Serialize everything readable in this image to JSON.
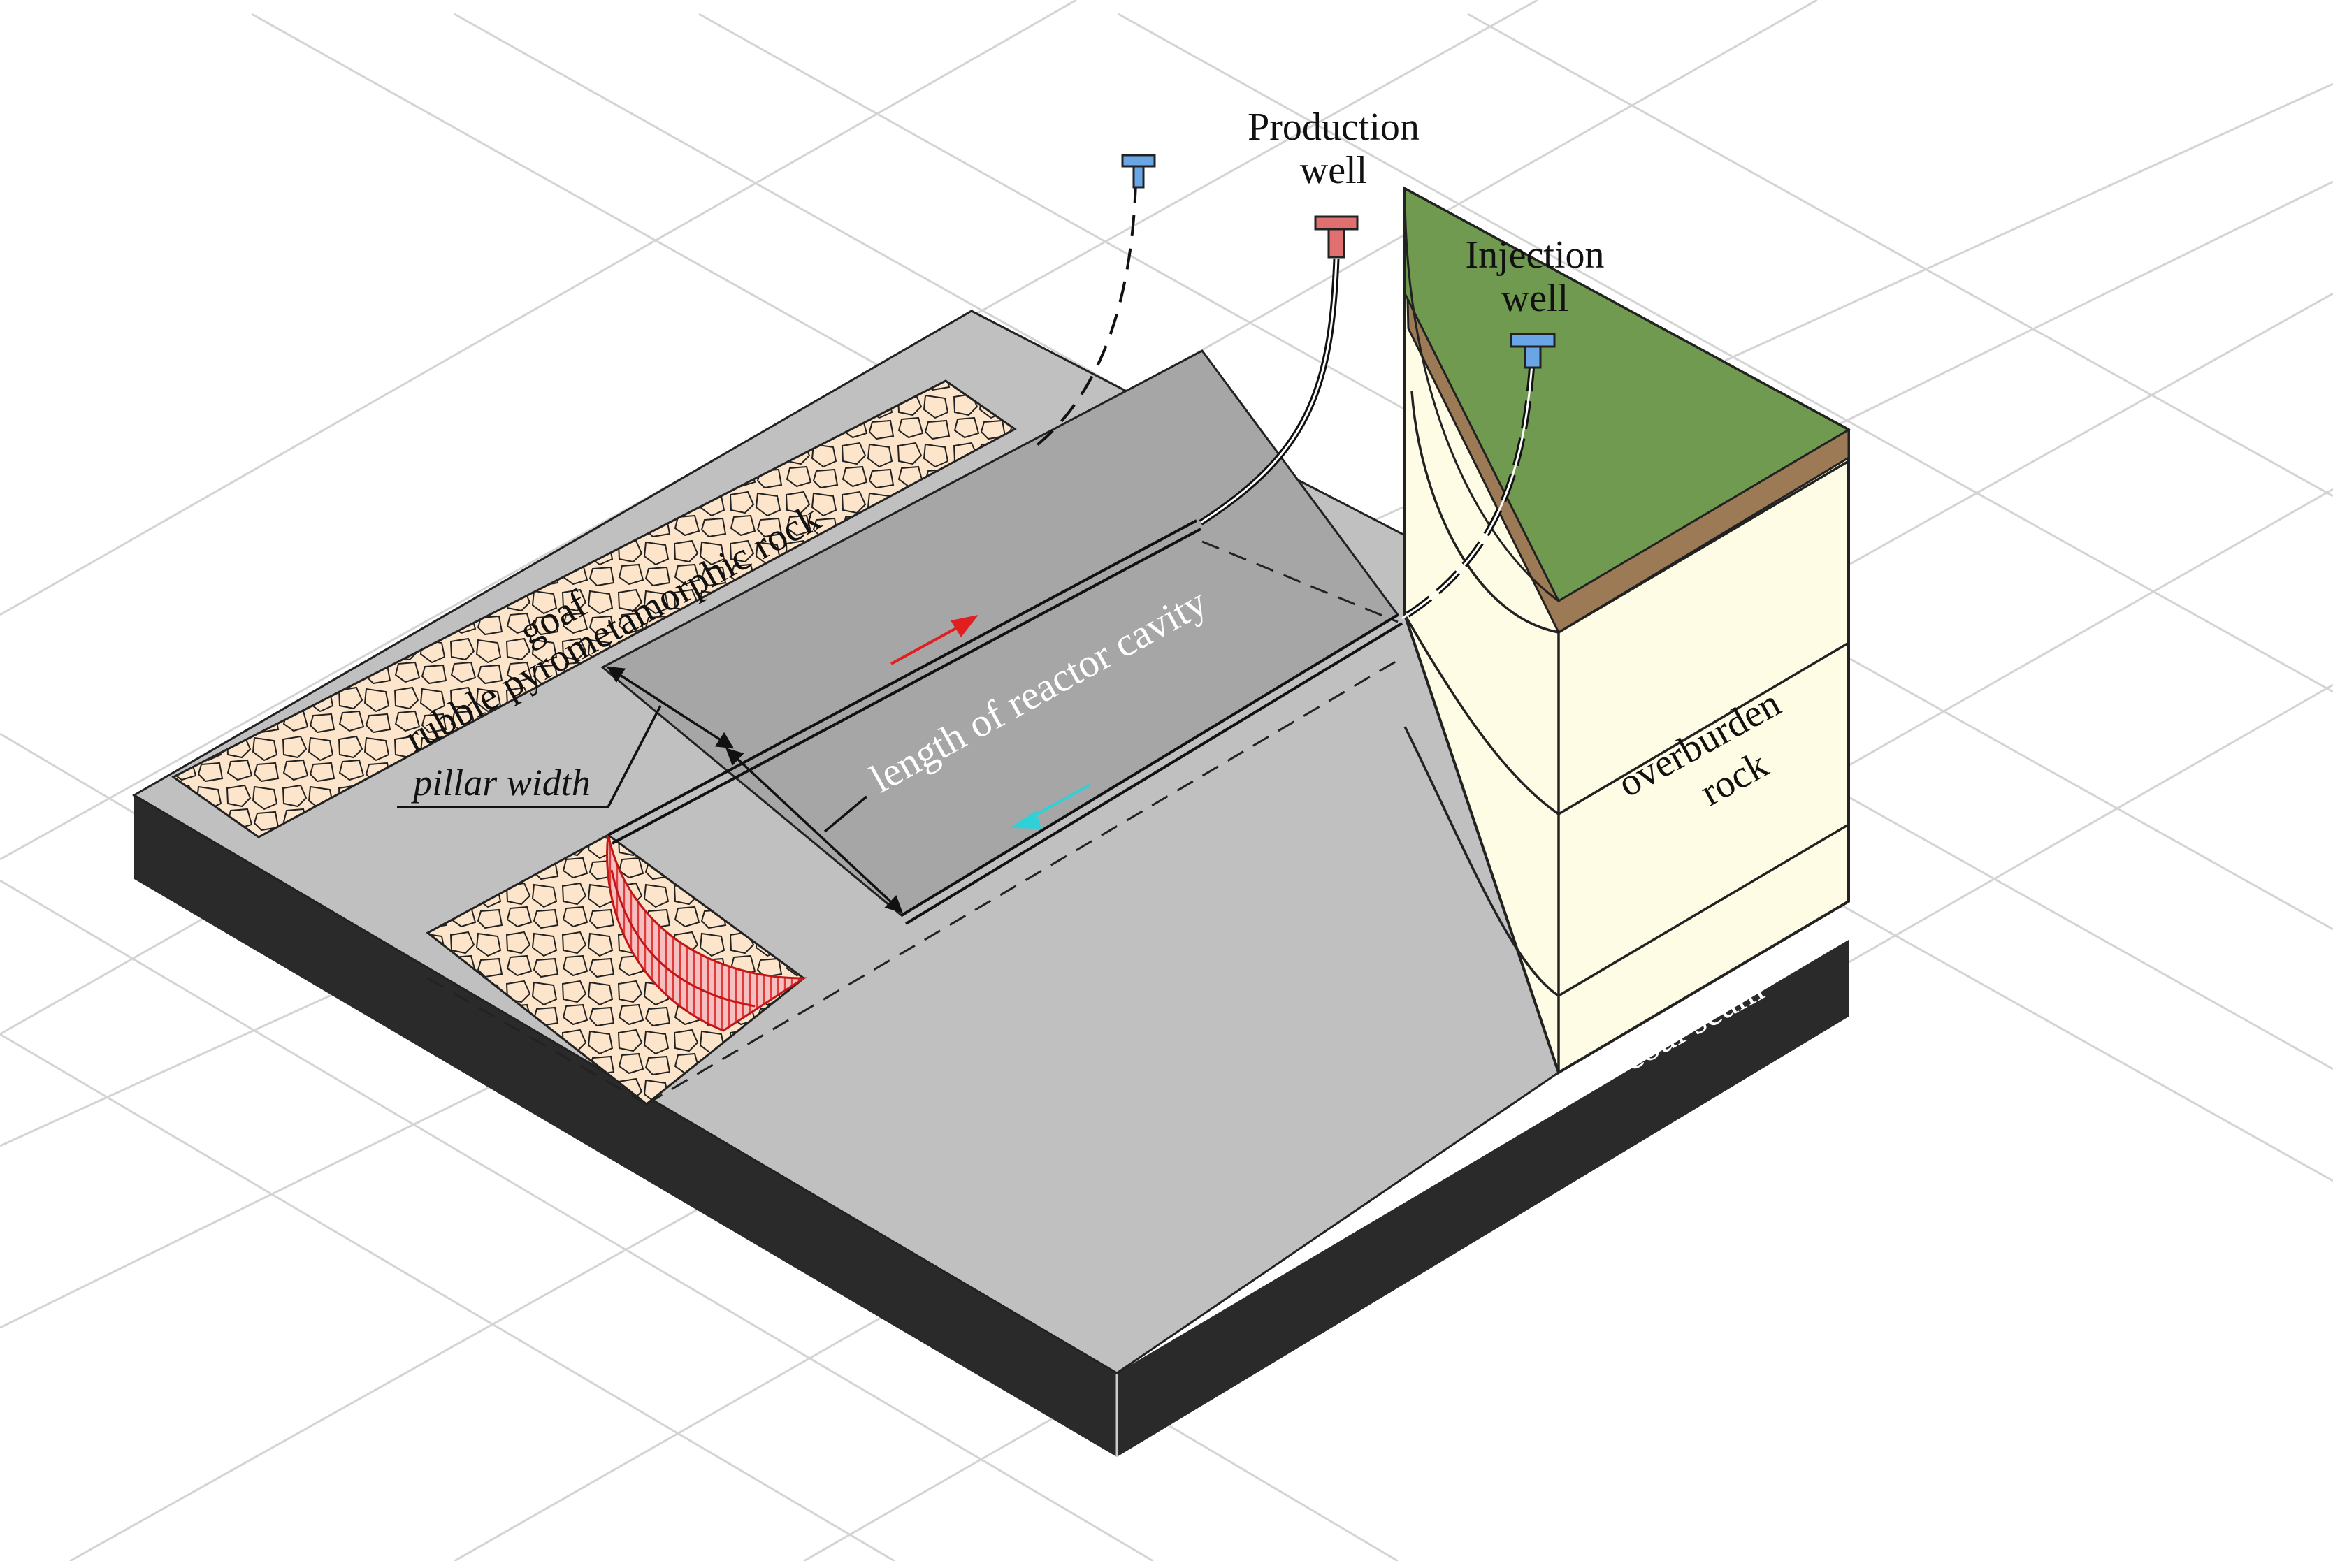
{
  "labels": {
    "production_well": [
      "Production",
      "well"
    ],
    "injection_well": [
      "Injection",
      "well"
    ],
    "goaf": "goaf",
    "rubble": "rubble pyrometamorphic rock",
    "pillar_width": "pillar width",
    "reactor_length": "length of reactor cavity",
    "overburden": [
      "overburden",
      "rock"
    ],
    "coal_seam": "coal seam"
  },
  "colors": {
    "coal_seam": "#2a2a2a",
    "seam_top": "#c0c0c0",
    "cavity": "#a6a6a6",
    "rubble_fill": "#fde5cc",
    "overburden": "#fefce4",
    "soil": "#9c7a55",
    "grass": "#6f9a4f",
    "production_cap": "#e07070",
    "injection_cap": "#6aa6e6",
    "cavity_hatch": "#e03a3a",
    "flow_out_arrow": "#e02020",
    "flow_in_arrow": "#30d0d8"
  }
}
